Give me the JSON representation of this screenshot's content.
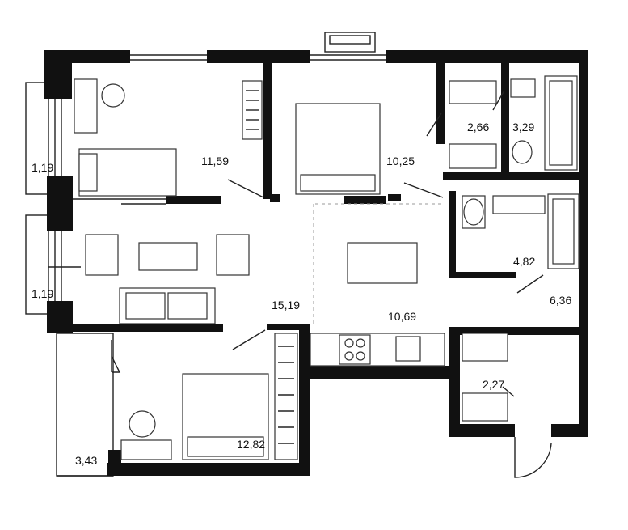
{
  "plan": {
    "rooms": [
      {
        "id": "bedroom-1",
        "area": "11,59"
      },
      {
        "id": "bedroom-2",
        "area": "10,25"
      },
      {
        "id": "wc",
        "area": "2,66"
      },
      {
        "id": "bath-small",
        "area": "3,29"
      },
      {
        "id": "bathroom",
        "area": "4,82"
      },
      {
        "id": "hall",
        "area": "6,36"
      },
      {
        "id": "living-room",
        "area": "15,19"
      },
      {
        "id": "kitchen",
        "area": "10,69"
      },
      {
        "id": "storage",
        "area": "2,27"
      },
      {
        "id": "bedroom-3",
        "area": "12,82"
      },
      {
        "id": "balcony-3",
        "area": "3,43"
      },
      {
        "id": "balcony-1",
        "area": "1,19"
      },
      {
        "id": "balcony-2",
        "area": "1,19"
      }
    ]
  }
}
